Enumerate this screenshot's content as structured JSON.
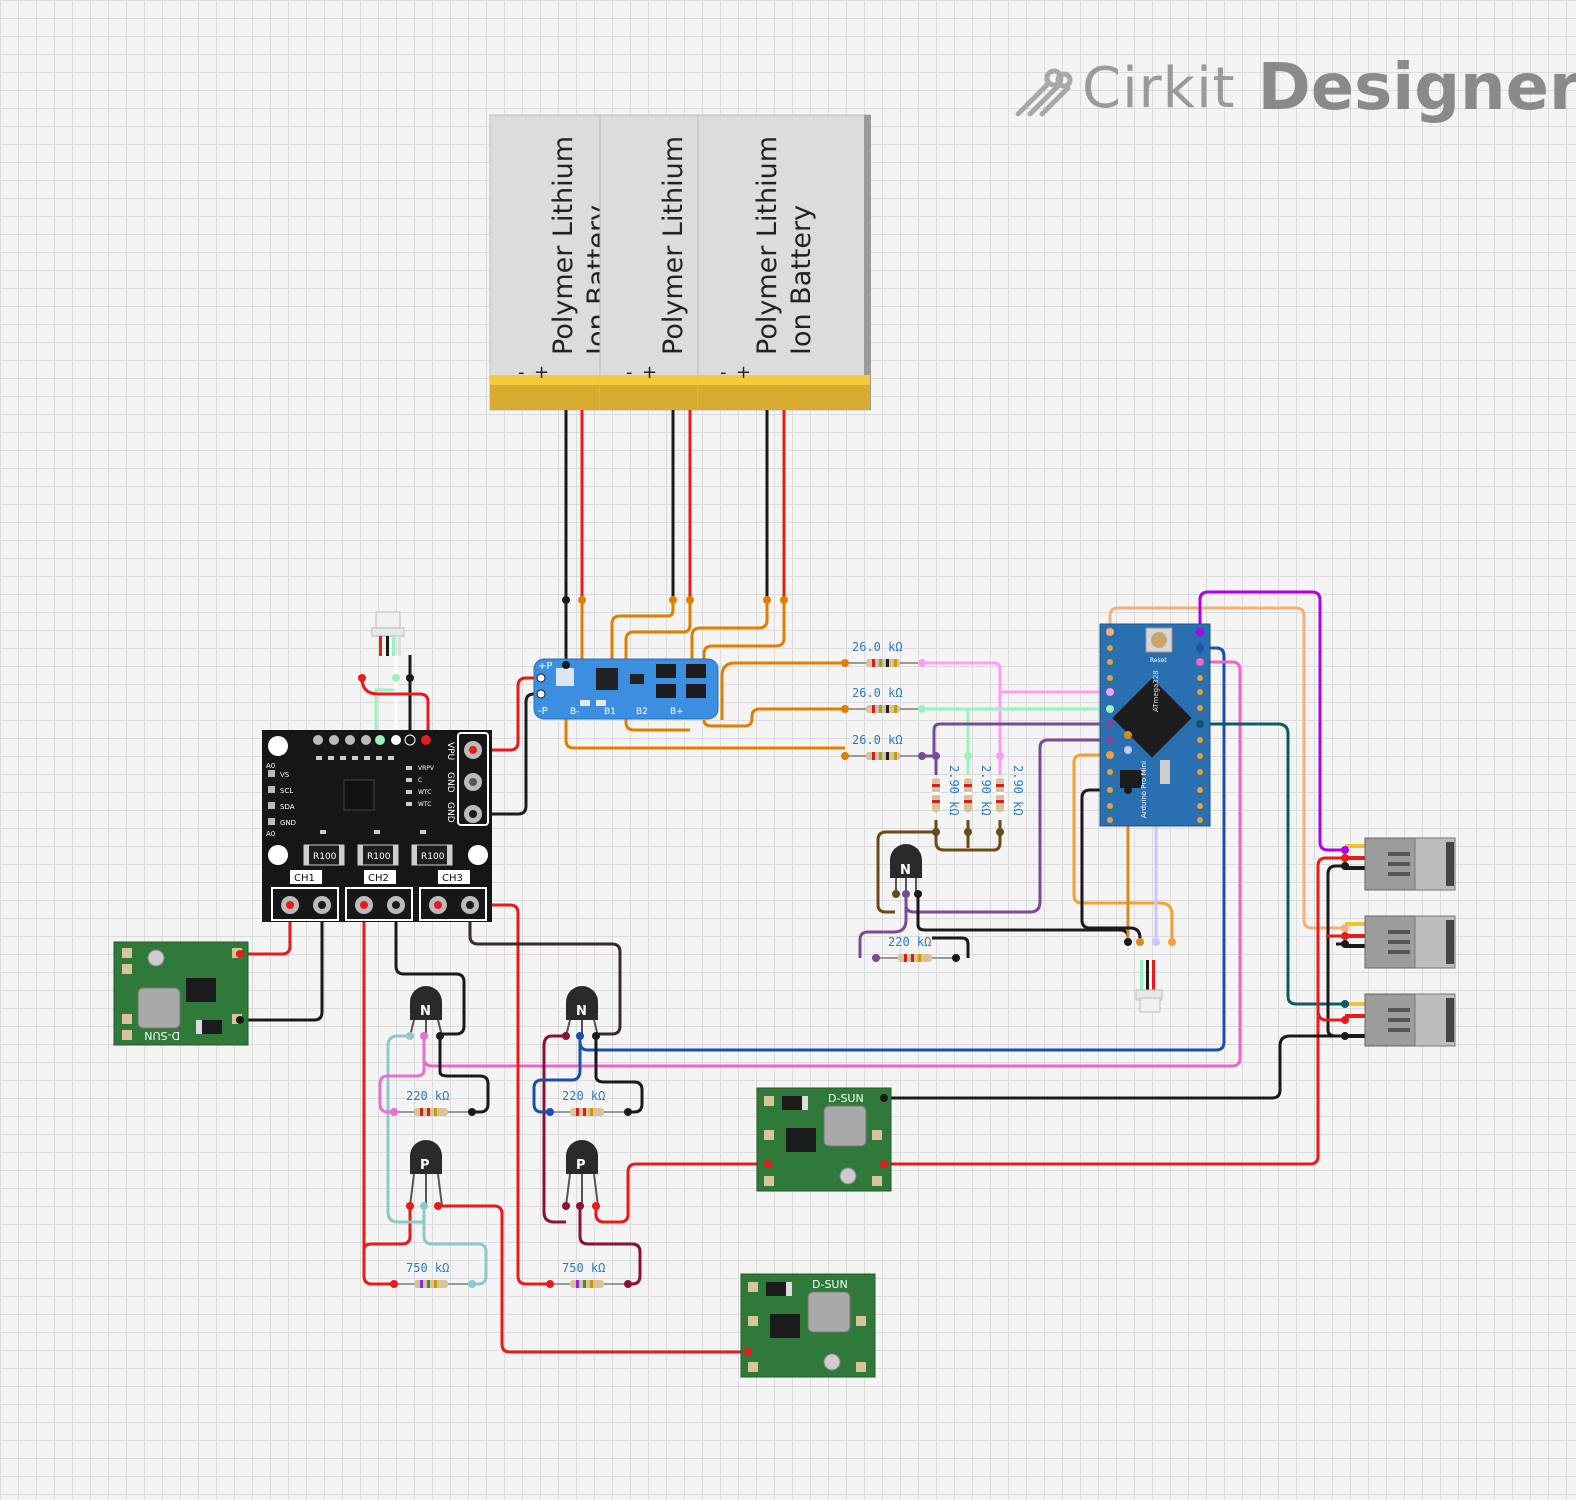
{
  "brand": {
    "name_light": "Cirkit",
    "name_bold": "Designer"
  },
  "batteries": [
    {
      "line1": "Polymer Lithium",
      "line2": "Ion Battery",
      "pol_neg": "-",
      "pol_pos": "+"
    },
    {
      "line1": "Polymer Lithium",
      "line2": "",
      "pol_neg": "-",
      "pol_pos": "+"
    },
    {
      "line1": "Polymer Lithium",
      "line2": "Ion Battery",
      "pol_neg": "-",
      "pol_pos": "+"
    }
  ],
  "bms": {
    "pins": [
      "B-",
      "B1",
      "B2",
      "B+"
    ],
    "out_pos": "+P",
    "out_neg": "-P"
  },
  "monitor_board": {
    "left_pins": [
      "A0",
      "VS",
      "SCL",
      "SDA",
      "GND",
      "A0"
    ],
    "right_pins": [
      "VPU",
      "GND",
      "GND"
    ],
    "shunts": [
      "R100",
      "R100",
      "R100"
    ],
    "channels": [
      "CH1",
      "CH2",
      "CH3"
    ],
    "side_pins": [
      "VRPV",
      "C",
      "WTC",
      "WTC"
    ]
  },
  "resistors": {
    "divider_top": [
      "26.0 kΩ",
      "26.0 kΩ",
      "26.0 kΩ"
    ],
    "divider_bottom": [
      "2.90 kΩ",
      "2.90 kΩ",
      "2.90 kΩ"
    ],
    "base": [
      "220 kΩ",
      "220 kΩ",
      "220 kΩ"
    ],
    "pullup": [
      "750 kΩ",
      "750 kΩ"
    ]
  },
  "transistors": {
    "npn": "N",
    "pnp": "P"
  },
  "converters": {
    "label": "D-SUN"
  },
  "arduino": {
    "name": "Arduino Pro Mini",
    "chip": "ATmega328",
    "reset": "Reset"
  },
  "colors": {
    "wire_red": "#e81a1a",
    "wire_black": "#1a1a1a",
    "wire_orange": "#e07f00",
    "wire_pink": "#ff9ef0",
    "wire_mint": "#9cf2bf",
    "wire_purple": "#7a4a98",
    "wire_violet": "#b000e8",
    "wire_peach": "#f5b07a",
    "wire_blue": "#1a4fb0",
    "wire_hotpink": "#f064c8",
    "wire_teal": "#0e5a66",
    "wire_brown": "#6b4a18",
    "wire_lightteal": "#8ec9c9",
    "wire_maroon": "#8c1038",
    "wire_lavender": "#c8c8ff",
    "pcb_green": "#2f7a3a",
    "pcb_black": "#161616",
    "arduino_blue": "#2a6fb0",
    "battery_body": "#dcdcdc",
    "battery_band": "#d8ac30",
    "bms_blue": "#3b8ee0"
  }
}
